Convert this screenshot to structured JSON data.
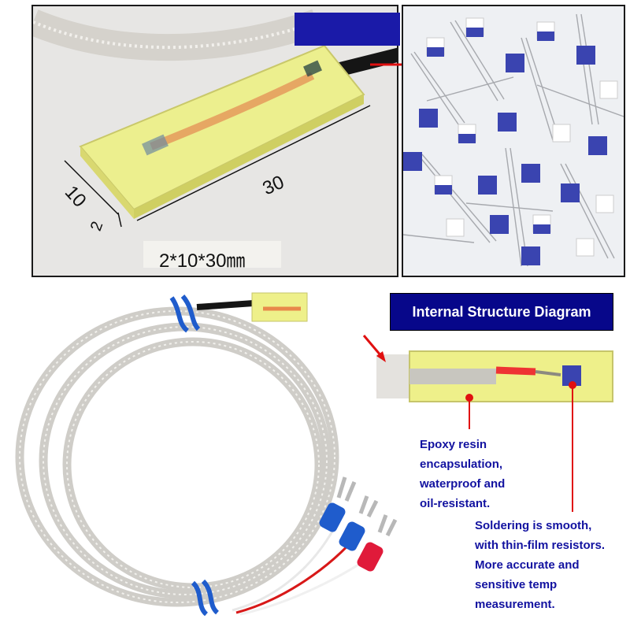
{
  "top_left_photo": {
    "dim_10": "10",
    "dim_2": "2",
    "dim_30": "30",
    "size_label": "2*10*30㎜"
  },
  "structure": {
    "banner": "Internal Structure Diagram"
  },
  "callouts": {
    "epoxy_lines": [
      "Epoxy resin",
      "encapsulation,",
      "waterproof and",
      "oil-resistant."
    ],
    "solder_lines": [
      "Soldering is smooth,",
      "with thin-film resistors.",
      "More accurate and",
      "sensitive temp",
      "measurement."
    ]
  },
  "colors": {
    "banner_bg": "#07078a",
    "callout_text": "#1212a0",
    "resin_yellow": "#eef08a",
    "element_blue": "#3a44b0",
    "pointer_red": "#e01010"
  }
}
